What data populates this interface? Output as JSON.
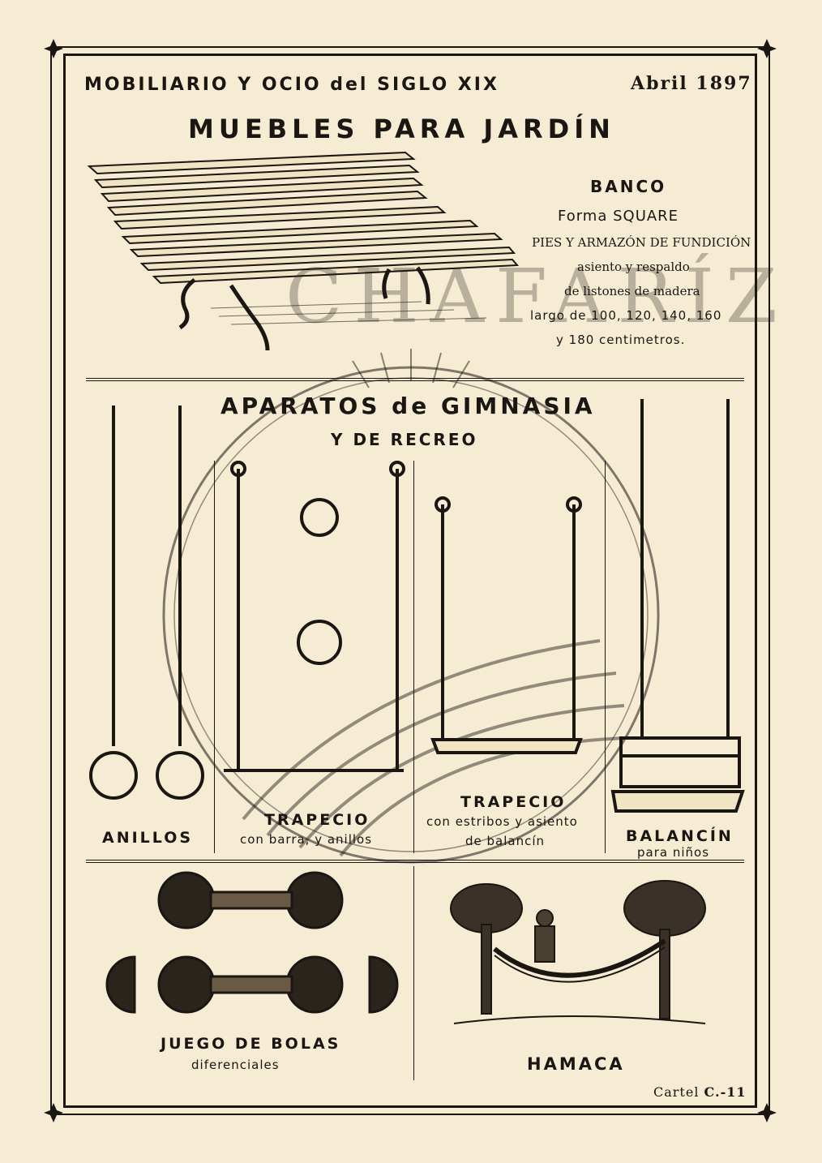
{
  "header": {
    "left": "MOBILIARIO Y OCIO del SIGLO XIX",
    "right": "Abril 1897"
  },
  "section1": {
    "title": "MUEBLES PARA JARDÍN",
    "product": {
      "name": "BANCO",
      "form": "Forma SQUARE",
      "lines": [
        "PIES Y ARMAZÓN DE FUNDICIÓN",
        "asiento y respaldo",
        "de listones de madera",
        "largo de 100, 120, 140, 160",
        "y 180 centimetros."
      ]
    }
  },
  "watermark": "CHAFARÍZ",
  "section2": {
    "title": "APARATOS de GIMNASIA",
    "subtitle": "Y DE RECREO",
    "items": [
      {
        "name": "ANILLOS",
        "desc": ""
      },
      {
        "name": "TRAPECIO",
        "desc": "con barra, y anillos"
      },
      {
        "name": "TRAPECIO",
        "desc": "con estribos y asiento",
        "desc2": "de balancín"
      },
      {
        "name": "BALANCÍN",
        "desc": "para niños"
      }
    ]
  },
  "section3": {
    "left": {
      "name": "JUEGO DE BOLAS",
      "desc": "diferenciales"
    },
    "right": {
      "name": "HAMACA"
    }
  },
  "footer": {
    "label": "Cartel",
    "code": "C.-11"
  }
}
